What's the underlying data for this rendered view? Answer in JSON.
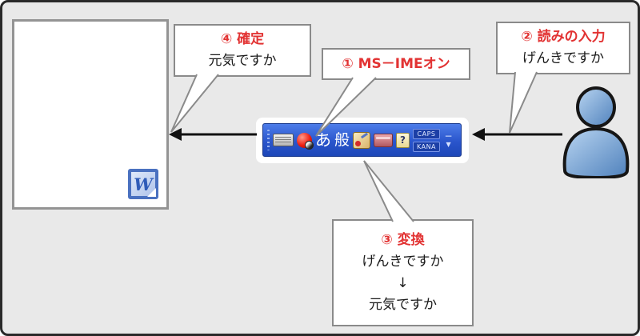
{
  "callouts": {
    "step1": {
      "title": "① MS－IMEオン"
    },
    "step2": {
      "title": "② 読みの入力",
      "text": "げんきですか"
    },
    "step3": {
      "title": "③ 変換",
      "text_before": "げんきですか",
      "arrow": "↓",
      "text_after": "元気ですか"
    },
    "step4": {
      "title": "④ 確定",
      "text": "元気ですか"
    }
  },
  "ime_toolbar": {
    "input_mode_label": "あ",
    "conversion_mode_label": "般",
    "caps_label": "CAPS",
    "kana_label": "KANA",
    "help_label": "?",
    "minimize_label": "−",
    "menu_label": "▼"
  },
  "document": {
    "word_icon_letter": "W"
  },
  "colors": {
    "accent_red": "#e23333",
    "toolbar_blue": "#2a55cc",
    "person_blue": "#6f9fd0",
    "background_gray": "#e9e9e9"
  }
}
